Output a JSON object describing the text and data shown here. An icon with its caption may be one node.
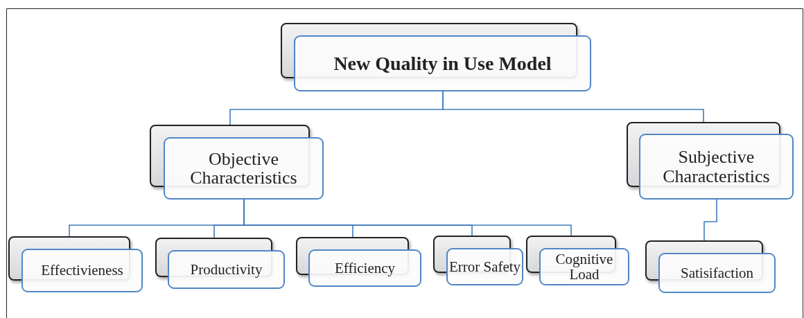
{
  "diagram": {
    "nodes": [
      {
        "text": [
          "New Quality in Use Model"
        ]
      },
      {
        "text": [
          "Objective Characteristics"
        ]
      },
      {
        "text": [
          "Subjective Characteristics"
        ]
      },
      {
        "text": [
          "Effectivieness"
        ]
      },
      {
        "text": [
          "Productivity"
        ]
      },
      {
        "text": [
          "Efficiency"
        ]
      },
      {
        "text": [
          "Error Safety"
        ]
      },
      {
        "text": [
          "Cognitive Load"
        ]
      },
      {
        "text": [
          "Satisifaction"
        ]
      }
    ],
    "edges": [
      {
        "from": 0,
        "to": 1,
        "arrow": "none"
      },
      {
        "from": 0,
        "to": 2,
        "arrow": "none"
      },
      {
        "from": 1,
        "to": 3,
        "arrow": "none"
      },
      {
        "from": 1,
        "to": 4,
        "arrow": "none"
      },
      {
        "from": 1,
        "to": 5,
        "arrow": "none"
      },
      {
        "from": 1,
        "to": 6,
        "arrow": "none"
      },
      {
        "from": 1,
        "to": 7,
        "arrow": "none"
      },
      {
        "from": 2,
        "to": 8,
        "arrow": "none"
      }
    ]
  }
}
